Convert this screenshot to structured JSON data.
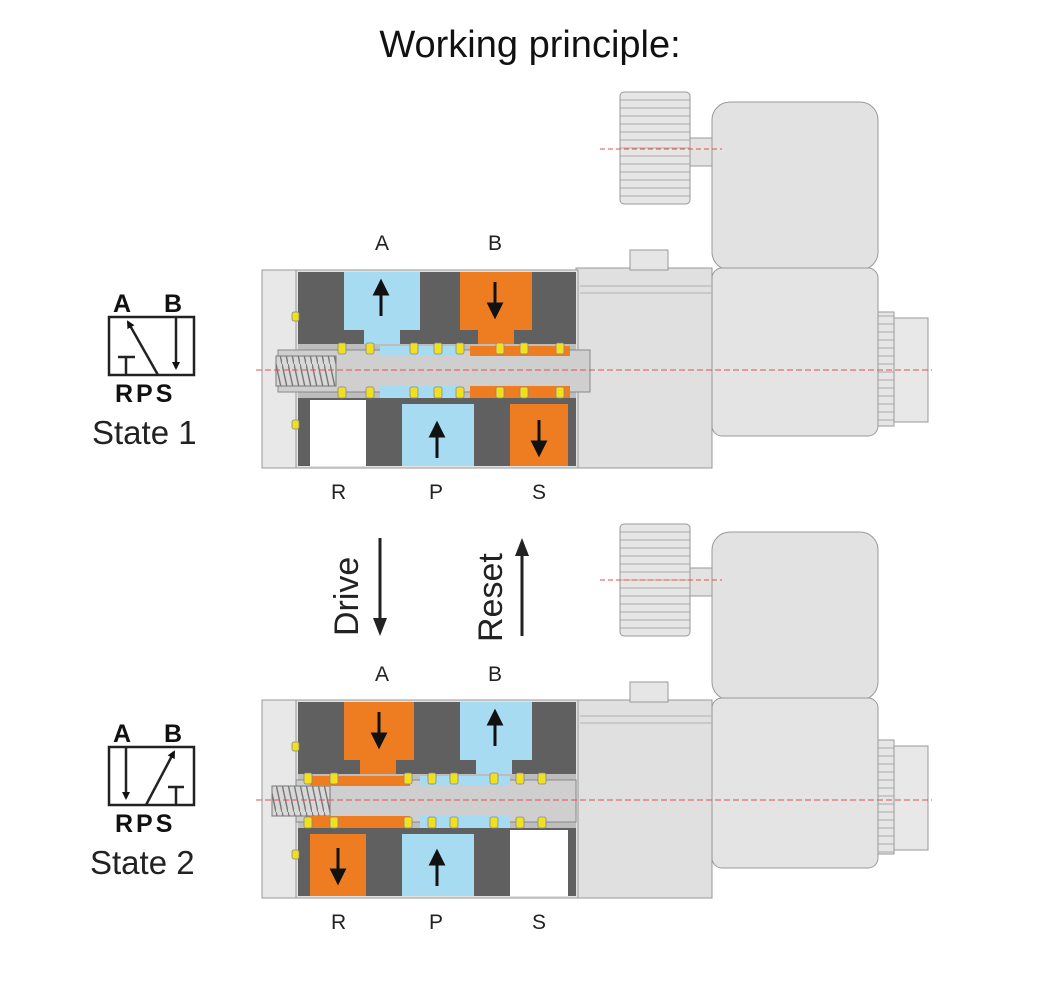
{
  "title": "Working principle:",
  "colors": {
    "supply_air": "#a6dbf2",
    "exhaust_air": "#ee7d22",
    "body_dark": "#606060",
    "body_light": "#e2e2e2",
    "seal": "#f0e020"
  },
  "states": [
    {
      "label": "State 1",
      "symbol": {
        "top_ports": [
          "A",
          "B"
        ],
        "bottom_ports": "RPS"
      },
      "ports": {
        "top": [
          "A",
          "B"
        ],
        "bottom": [
          "R",
          "P",
          "S"
        ]
      }
    },
    {
      "label": "State 2",
      "symbol": {
        "top_ports": [
          "A",
          "B"
        ],
        "bottom_ports": "RPS"
      },
      "ports": {
        "top": [
          "A",
          "B"
        ],
        "bottom": [
          "R",
          "P",
          "S"
        ]
      }
    }
  ],
  "transitions": {
    "drive": "Drive",
    "reset": "Reset"
  }
}
